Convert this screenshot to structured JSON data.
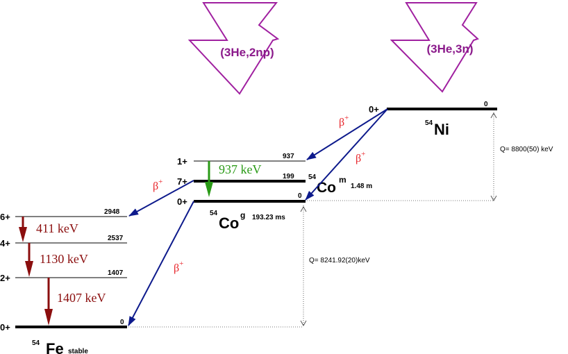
{
  "reactions": {
    "left_label": "(3He,2np)",
    "right_label": "(3He,3n)"
  },
  "nuclei": {
    "ni": {
      "mass": "54",
      "symbol": "Ni",
      "level_energy": "0",
      "level_spin": "0+"
    },
    "co_m": {
      "mass": "54",
      "symbol": "Co",
      "sup": "m",
      "half_life": "1.48 m"
    },
    "co_g": {
      "mass": "54",
      "symbol": "Co",
      "sup": "g",
      "half_life": "193.23 ms"
    },
    "fe": {
      "mass": "54",
      "symbol": "Fe",
      "sub": "stable"
    }
  },
  "co_levels": [
    {
      "spin": "1+",
      "energy": "937"
    },
    {
      "spin": "7+",
      "energy": "199"
    },
    {
      "spin": "0+",
      "energy": "0"
    }
  ],
  "fe_levels": [
    {
      "spin": "6+",
      "energy": "2948"
    },
    {
      "spin": "4+",
      "energy": "2537"
    },
    {
      "spin": "2+",
      "energy": "1407"
    },
    {
      "spin": "0+",
      "energy": "0"
    }
  ],
  "gamma_transitions": [
    {
      "label": "937 keV",
      "color": "#2a9a16"
    },
    {
      "label": "411 keV",
      "color": "#8b0e0e"
    },
    {
      "label": "1130 keV",
      "color": "#8b0e0e"
    },
    {
      "label": "1407 keV",
      "color": "#8b0e0e"
    }
  ],
  "beta": {
    "symbol": "β",
    "sup": "+",
    "color": "#e8242a",
    "arrow_color": "#0d1a8c"
  },
  "q_values": {
    "ni": "Q= 8800(50) keV",
    "co": "Q= 8241.92(20)keV"
  }
}
